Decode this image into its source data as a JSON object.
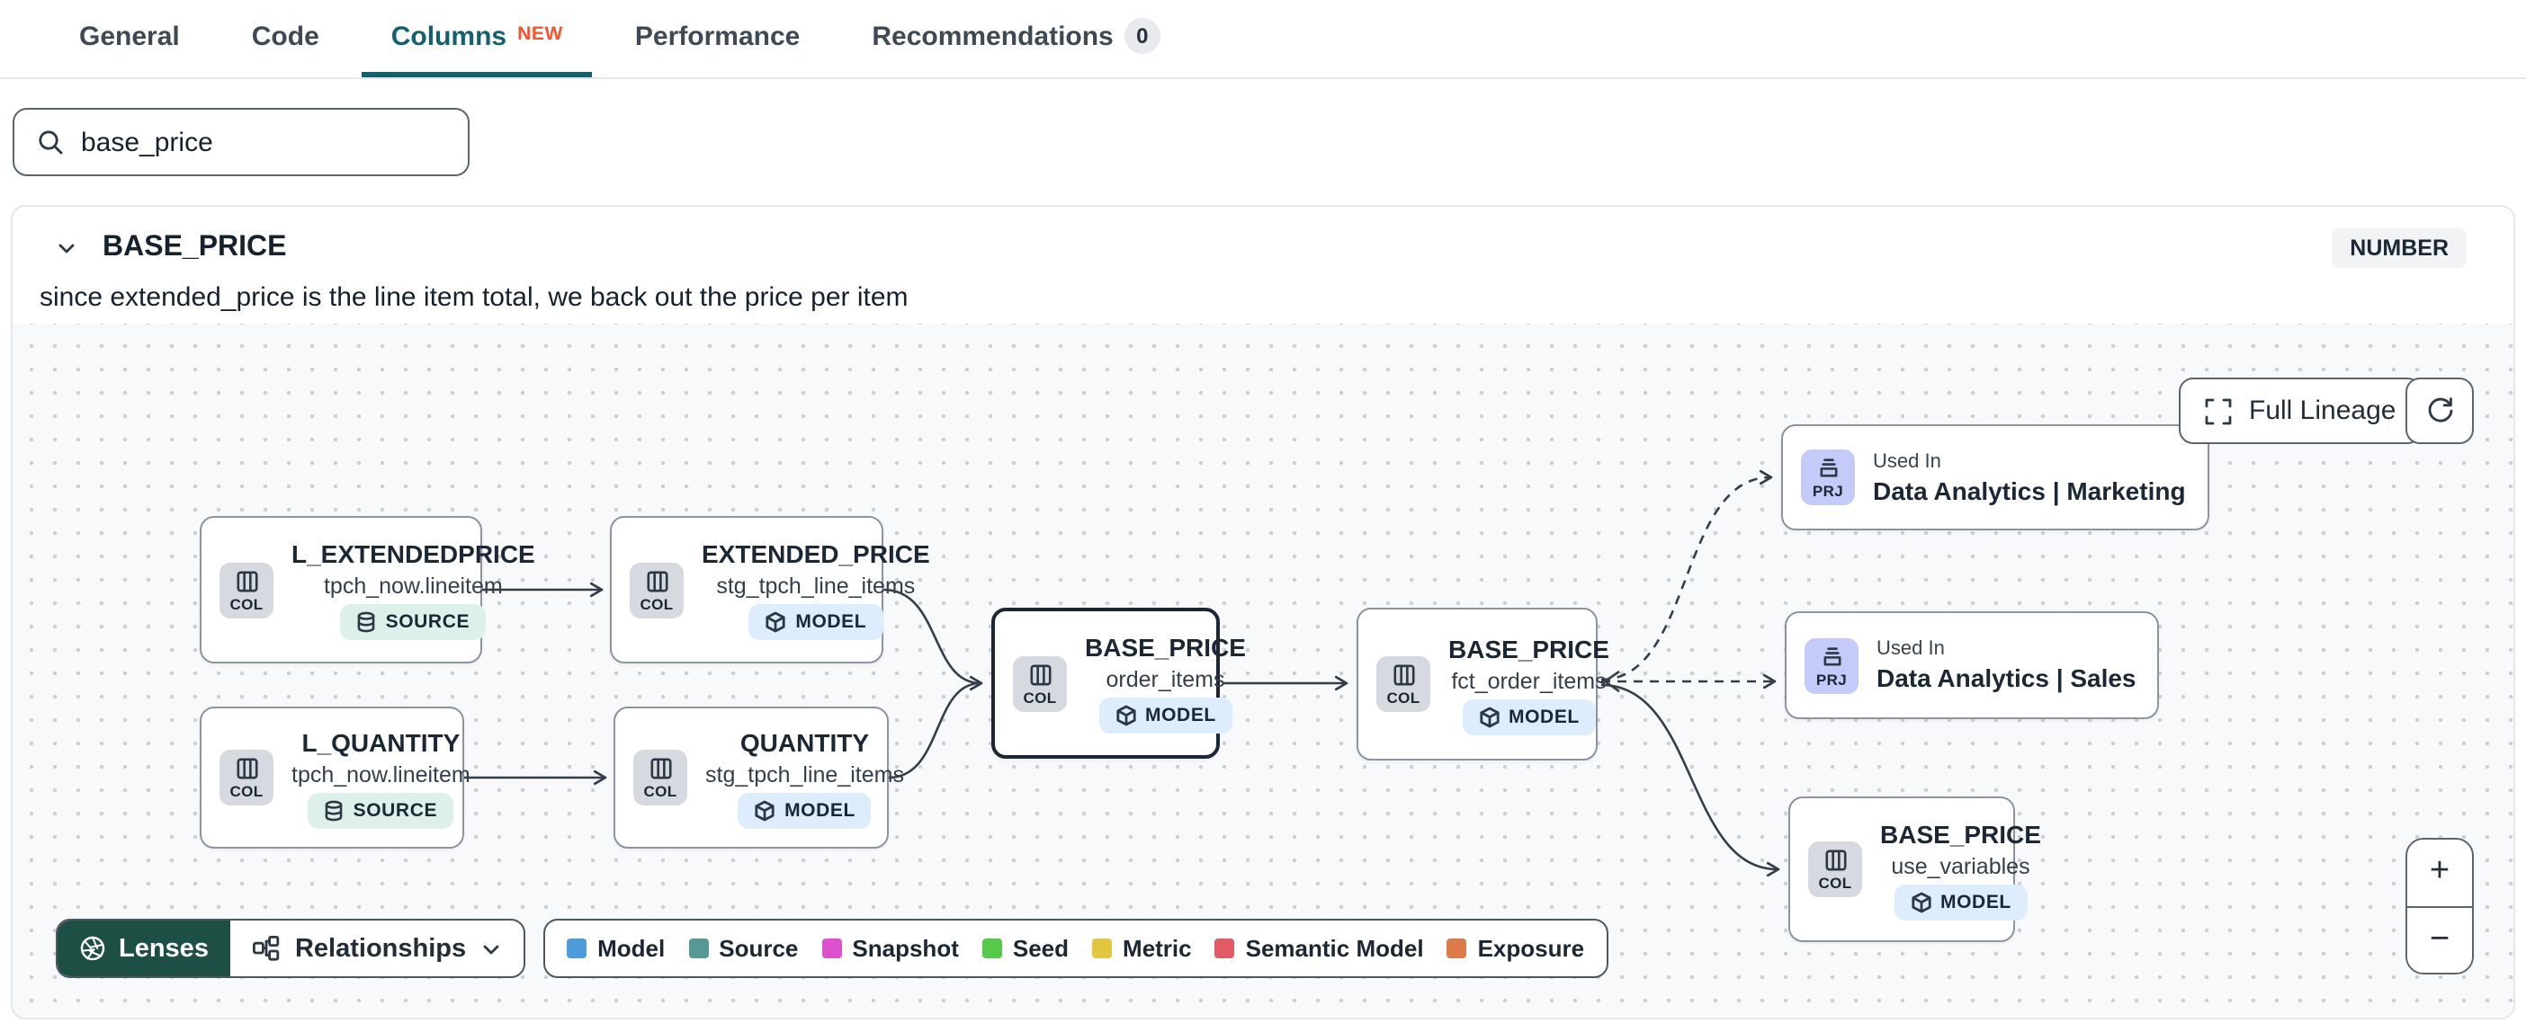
{
  "tabs": {
    "items": [
      {
        "label": "General"
      },
      {
        "label": "Code"
      },
      {
        "label": "Columns",
        "badge": "NEW"
      },
      {
        "label": "Performance"
      },
      {
        "label": "Recommendations",
        "count": "0"
      }
    ]
  },
  "search": {
    "value": "base_price"
  },
  "column_panel": {
    "name": "BASE_PRICE",
    "type_badge": "NUMBER",
    "description": "since extended_price is the line item total, we back out the price per item"
  },
  "lineage": {
    "toolbar": {
      "full_lineage_label": "Full Lineage"
    },
    "zoom_controls": {
      "zoom_in": "+",
      "zoom_out": "−"
    },
    "nodes": [
      {
        "title": "L_EXTENDEDPRICE",
        "subtitle": "tpch_now.lineitem",
        "tile": "COL",
        "badge": "SOURCE"
      },
      {
        "title": "EXTENDED_PRICE",
        "subtitle": "stg_tpch_line_items",
        "tile": "COL",
        "badge": "MODEL"
      },
      {
        "title": "L_QUANTITY",
        "subtitle": "tpch_now.lineitem",
        "tile": "COL",
        "badge": "SOURCE"
      },
      {
        "title": "QUANTITY",
        "subtitle": "stg_tpch_line_items",
        "tile": "COL",
        "badge": "MODEL"
      },
      {
        "title": "BASE_PRICE",
        "subtitle": "order_items",
        "tile": "COL",
        "badge": "MODEL",
        "selected": true
      },
      {
        "title": "BASE_PRICE",
        "subtitle": "fct_order_items",
        "tile": "COL",
        "badge": "MODEL"
      },
      {
        "tile": "PRJ",
        "used_in": "Used In",
        "title": "Data Analytics | Marketing"
      },
      {
        "tile": "PRJ",
        "used_in": "Used In",
        "title": "Data Analytics | Sales"
      },
      {
        "title": "BASE_PRICE",
        "subtitle": "use_variables",
        "tile": "COL",
        "badge": "MODEL"
      }
    ],
    "controls": {
      "lenses_label": "Lenses",
      "relationships_label": "Relationships"
    },
    "legend": {
      "items": [
        {
          "label": "Model",
          "color": "#4D9CD9"
        },
        {
          "label": "Source",
          "color": "#569894"
        },
        {
          "label": "Snapshot",
          "color": "#DC52CE"
        },
        {
          "label": "Seed",
          "color": "#55C94A"
        },
        {
          "label": "Metric",
          "color": "#E2C63F"
        },
        {
          "label": "Semantic Model",
          "color": "#E25A64"
        },
        {
          "label": "Exposure",
          "color": "#DC7A4A"
        }
      ]
    },
    "colors": {
      "accent_teal": "#13616D",
      "new_badge": "#F4532E",
      "lenses_green": "#1E4F44"
    }
  }
}
